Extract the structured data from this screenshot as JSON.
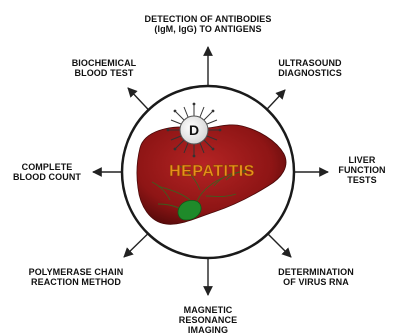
{
  "center": {
    "badge_letter": "D",
    "title": "HEPATITIS"
  },
  "labels": {
    "top": [
      "DETECTION OF ANTIBODIES",
      "(IgM, IgG) TO ANTIGENS"
    ],
    "top_left": [
      "BIOCHEMICAL",
      "BLOOD TEST"
    ],
    "top_right": [
      "ULTRASOUND",
      "DIAGNOSTICS"
    ],
    "left": [
      "COMPLETE",
      "BLOOD COUNT"
    ],
    "right": [
      "LIVER",
      "FUNCTION",
      "TESTS"
    ],
    "bottom_left": [
      "POLYMERASE CHAIN",
      "REACTION METHOD"
    ],
    "bottom_right": [
      "DETERMINATION",
      "OF VIRUS RNA"
    ],
    "bottom": [
      "MAGNETIC",
      "RESONANCE",
      "IMAGING"
    ]
  },
  "colors": {
    "liver": "#8e1515",
    "liver_dark": "#5a0b0b",
    "gallbladder": "#1f8a2a",
    "title_text": "#e8901a",
    "arrow": "#222222",
    "circle_stroke": "#1a1a1a"
  }
}
